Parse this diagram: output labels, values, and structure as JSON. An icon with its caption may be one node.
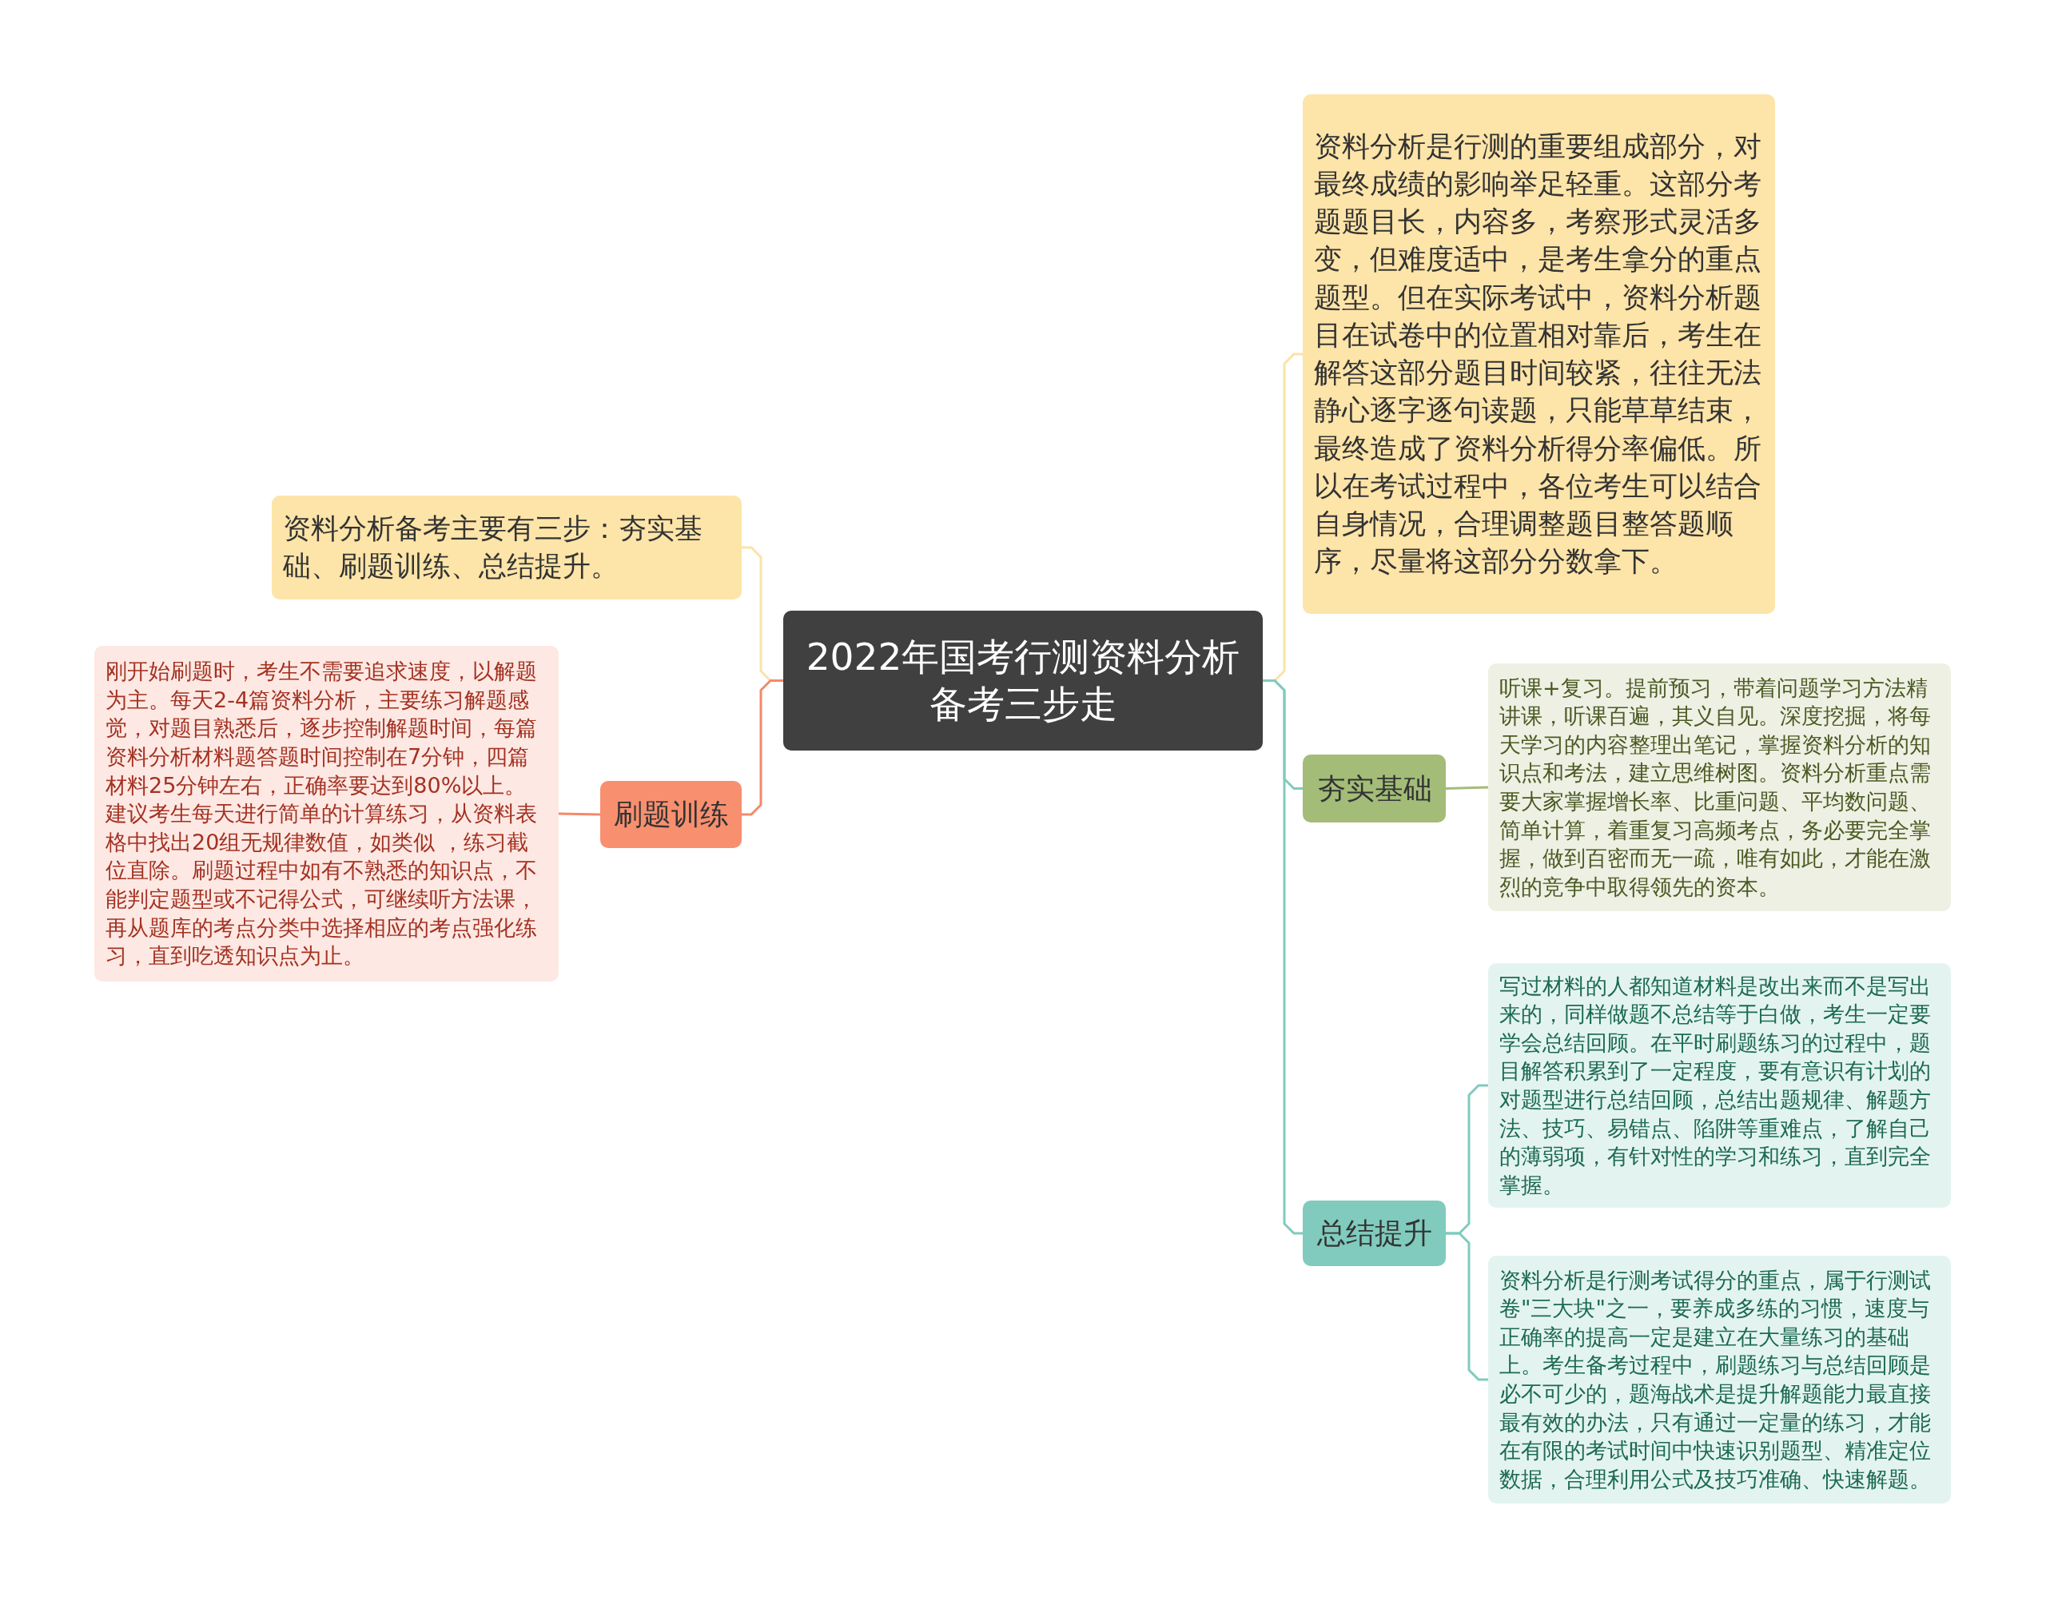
{
  "diagram": {
    "nodes": [
      {
        "text": [
          "2022年国考行测资料分析备考三步走"
        ]
      },
      {
        "text": [
          "资料分析备考主要有三步：夯实基础、刷题训练、总结提升。"
        ]
      },
      {
        "text": [
          "刷题训练"
        ]
      },
      {
        "text": [
          "刚开始刷题时，考生不需要追求速度，以解题为主。每天2-4篇资料分析，主要练习解题感觉，对题目熟悉后，逐步控制解题时间，每篇资料分析材料题答题时间控制在7分钟，四篇材料25分钟左右，正确率要达到80%以上。建议考生每天进行简单的计算练习，从资料表格中找出20组无规律数值，如类似 ，练习截位直除。刷题过程中如有不熟悉的知识点，不能判定题型或不记得公式，可继续听方法课，再从题库的考点分类中选择相应的考点强化练习，直到吃透知识点为止。"
        ]
      },
      {
        "text": [
          "资料分析是行测的重要组成部分，对最终成绩的影响举足轻重。这部分考题题目长，内容多，考察形式灵活多变，但难度适中，是考生拿分的重点题型。但在实际考试中，资料分析题目在试卷中的位置相对靠后，考生在解答这部分题目时间较紧，往往无法静心逐字逐句读题，只能草草结束，最终造成了资料分析得分率偏低。所以在考试过程中，各位考生可以结合自身情况，合理调整题目整答题顺序，尽量将这部分分数拿下。"
        ]
      },
      {
        "text": [
          "夯实基础"
        ]
      },
      {
        "text": [
          "听课+复习。提前预习，带着问题学习方法精讲课，听课百遍，其义自见。深度挖掘，将每天学习的内容整理出笔记，掌握资料分析的知识点和考法，建立思维树图。资料分析重点需要大家掌握增长率、比重问题、平均数问题、简单计算，着重复习高频考点，务必要完全掌握，做到百密而无一疏，唯有如此，才能在激烈的竞争中取得领先的资本。"
        ]
      },
      {
        "text": [
          "总结提升"
        ]
      },
      {
        "text": [
          "写过材料的人都知道材料是改出来而不是写出来的，同样做题不总结等于白做，考生一定要学会总结回顾。在平时刷题练习的过程中，题目解答积累到了一定程度，要有意识有计划的对题型进行总结回顾，总结出题规律、解题方法、技巧、易错点、陷阱等重难点，了解自己的薄弱项，有针对性的学习和练习，直到完全掌握。"
        ]
      },
      {
        "text": [
          "资料分析是行测考试得分的重点，属于行测试卷\"三大块\"之一，要养成多练的习惯，速度与正确率的提高一定是建立在大量练习的基础上。考生备考过程中，刷题练习与总结回顾是必不可少的，题海战术是提升解题能力最直接最有效的办法，只有通过一定量的练习，才能在有限的考试时间中快速识别题型、精准定位数据，合理利用公式及技巧准确、快速解题。"
        ]
      }
    ],
    "edges": [
      {
        "from": 0,
        "to": 1,
        "arrow": "none",
        "color": "#fbe3a6"
      },
      {
        "from": 0,
        "to": 2,
        "arrow": "none",
        "color": "#f4896a"
      },
      {
        "from": 2,
        "to": 3,
        "arrow": "none",
        "color": "#f4896a"
      },
      {
        "from": 0,
        "to": 4,
        "arrow": "none",
        "color": "#fbe3a6"
      },
      {
        "from": 0,
        "to": 5,
        "arrow": "none"
      },
      {
        "from": 5,
        "to": 6,
        "arrow": "none",
        "color": "#a3bc78"
      },
      {
        "from": 0,
        "to": 7,
        "arrow": "none"
      },
      {
        "from": 7,
        "to": 8,
        "arrow": "none"
      },
      {
        "from": 7,
        "to": 9,
        "arrow": "none"
      }
    ]
  }
}
